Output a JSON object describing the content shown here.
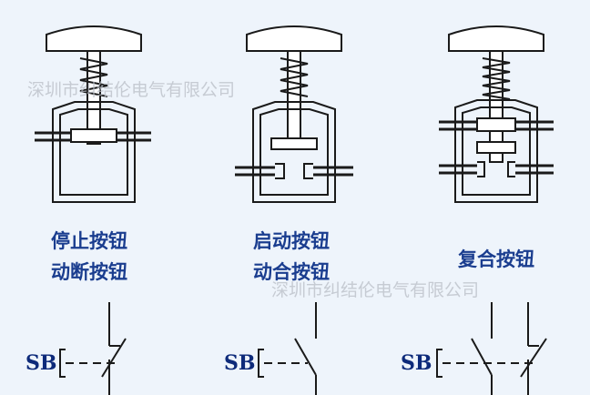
{
  "buttons": [
    {
      "caption_line1": "停止按钮",
      "caption_line2": "动断按钮",
      "symbol_label": "SB"
    },
    {
      "caption_line1": "启动按钮",
      "caption_line2": "动合按钮",
      "symbol_label": "SB"
    },
    {
      "caption_line1": "复合按钮",
      "caption_line2": "",
      "symbol_label": "SB"
    }
  ],
  "watermarks": [
    "深圳市纠结伦电气有限公司",
    "深圳市纠结伦电气有限公司"
  ],
  "colors": {
    "background": "#eef4fb",
    "line": "#1a1a1a",
    "caption": "#1a3d8f",
    "symbol_text": "#0d2a7a",
    "watermark": "#b9bec6"
  }
}
